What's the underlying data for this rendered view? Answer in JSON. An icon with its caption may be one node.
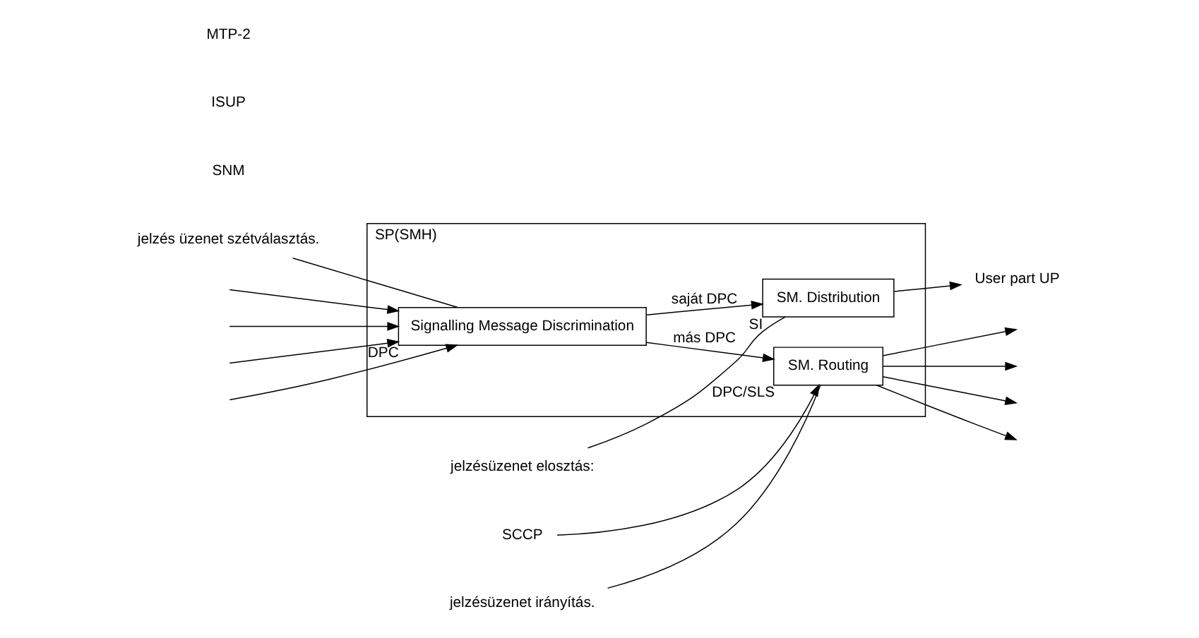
{
  "diagram": {
    "nodes": [
      {
        "text": [
          "SP(SMH)"
        ]
      },
      {
        "text": [
          "SM. Distribution"
        ],
        "in": 0,
        "beside": [
          "SI"
        ]
      },
      {
        "text": [
          "Signalling Message Discrimination"
        ],
        "in": 0,
        "beside": [
          "DPC"
        ]
      },
      {
        "text": [
          "SM. Routing"
        ],
        "in": 0,
        "beside": [
          "DPC/SLS"
        ]
      },
      {
        "text": [
          "User part UP"
        ]
      },
      {
        "text": [
          "SCCP"
        ]
      },
      {
        "text": [
          "jelzésüzenet elosztás:"
        ]
      },
      {
        "text": [
          "jelzés üzenet szétválasztás."
        ]
      },
      {
        "text": [
          "jelzésüzenet irányítás."
        ]
      }
    ],
    "edges": [
      {
        "from": 2,
        "to": 1,
        "arrow": "to",
        "label": "saját DPC"
      },
      {
        "from": 1,
        "to": 4,
        "arrow": "to"
      },
      {
        "from": 2,
        "to": 3,
        "arrow": "to",
        "label": "más DPC"
      },
      {
        "from": 5,
        "to": 3,
        "arrow": "to"
      },
      {
        "from": null,
        "to": 2,
        "arrow": "to"
      },
      {
        "from": null,
        "to": 2,
        "arrow": "to"
      },
      {
        "from": null,
        "to": 2,
        "arrow": "to"
      },
      {
        "from": null,
        "to": 2,
        "arrow": "to"
      },
      {
        "from": 3,
        "to": null,
        "arrow": "to"
      },
      {
        "from": 3,
        "to": null,
        "arrow": "to"
      },
      {
        "from": 3,
        "to": null,
        "arrow": "to"
      },
      {
        "from": 3,
        "to": null,
        "arrow": "to"
      },
      {
        "from": 6,
        "to": 1,
        "arrow": "none"
      },
      {
        "from": 7,
        "to": 2,
        "arrow": "none"
      },
      {
        "from": 8,
        "to": 3,
        "arrow": "none"
      }
    ],
    "labels": [
      "SNM",
      "ISUP",
      "MTP-2"
    ]
  }
}
